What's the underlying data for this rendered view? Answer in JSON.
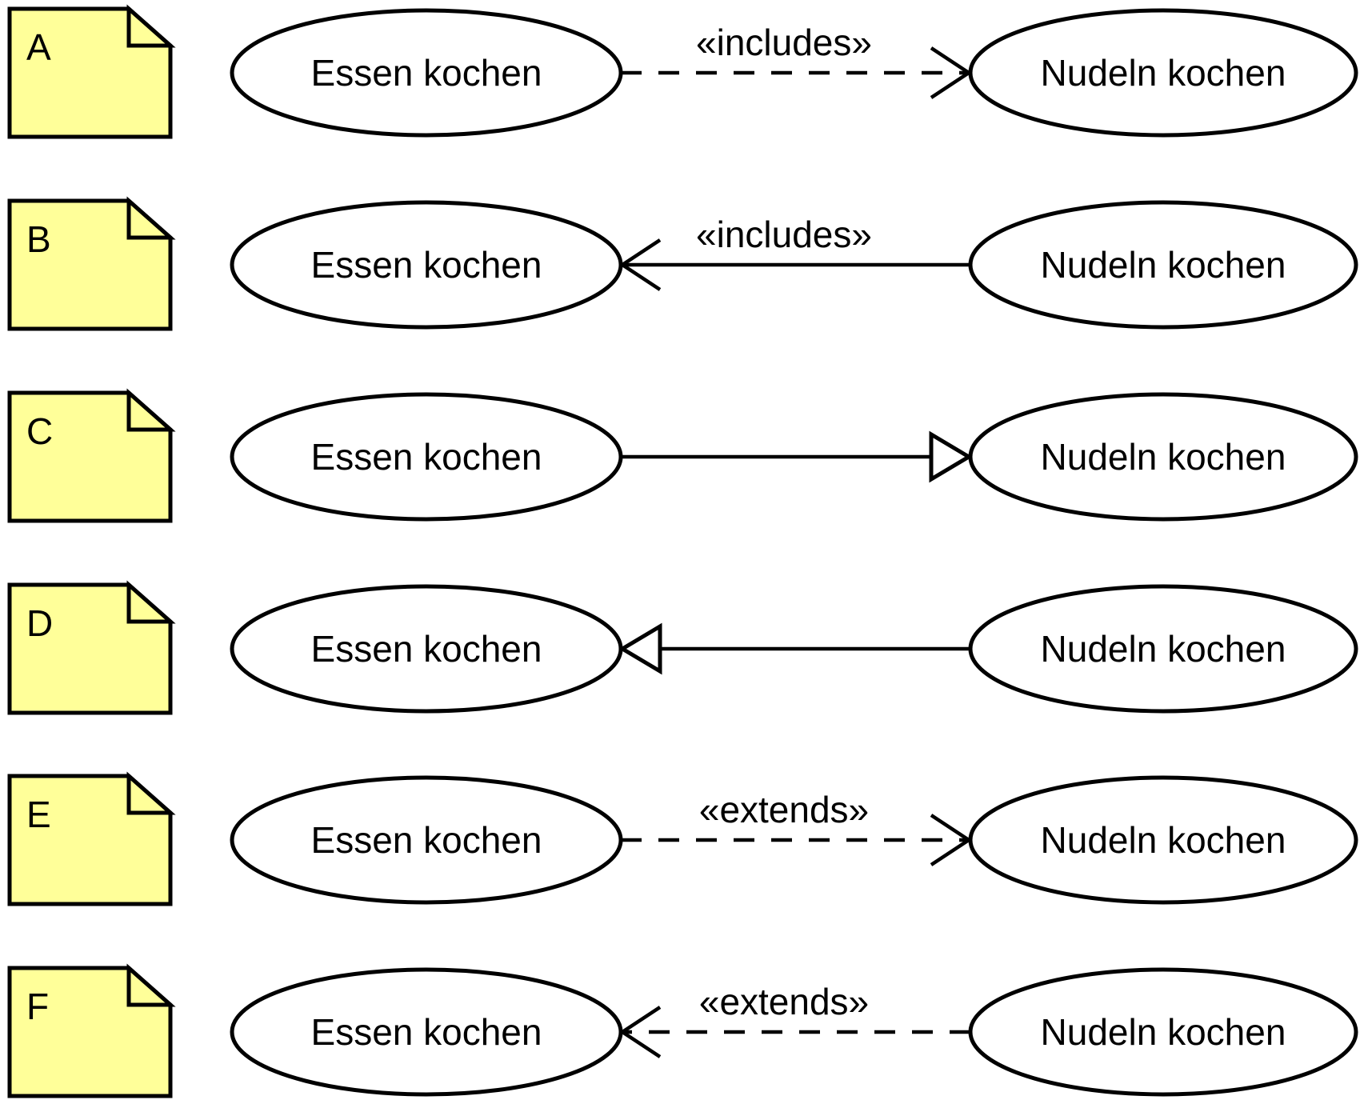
{
  "diagram": {
    "background_color": "#ffffff",
    "note_fill_color": "#FFFF99",
    "line_color": "#000000",
    "rows": [
      {
        "note_label": "A",
        "left_usecase": "Essen kochen",
        "right_usecase": "Nudeln kochen",
        "stereotype": "«includes»",
        "connector": {
          "line": "dashed",
          "head": "open",
          "direction": "right"
        }
      },
      {
        "note_label": "B",
        "left_usecase": "Essen kochen",
        "right_usecase": "Nudeln kochen",
        "stereotype": "«includes»",
        "connector": {
          "line": "solid",
          "head": "open",
          "direction": "left"
        }
      },
      {
        "note_label": "C",
        "left_usecase": "Essen kochen",
        "right_usecase": "Nudeln kochen",
        "stereotype": "",
        "connector": {
          "line": "solid",
          "head": "triangle",
          "direction": "right"
        }
      },
      {
        "note_label": "D",
        "left_usecase": "Essen kochen",
        "right_usecase": "Nudeln kochen",
        "stereotype": "",
        "connector": {
          "line": "solid",
          "head": "triangle",
          "direction": "left"
        }
      },
      {
        "note_label": "E",
        "left_usecase": "Essen kochen",
        "right_usecase": "Nudeln kochen",
        "stereotype": "«extends»",
        "connector": {
          "line": "dashed",
          "head": "open",
          "direction": "right"
        }
      },
      {
        "note_label": "F",
        "left_usecase": "Essen kochen",
        "right_usecase": "Nudeln kochen",
        "stereotype": "«extends»",
        "connector": {
          "line": "dashed",
          "head": "open",
          "direction": "left"
        }
      }
    ]
  }
}
